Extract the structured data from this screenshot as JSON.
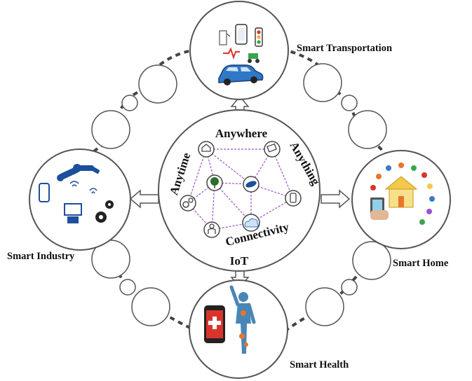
{
  "center": {
    "top_word": "Anywhere",
    "left_word": "Anytime",
    "right_word": "Anything",
    "bottom_word": "Connectivity",
    "hub_label": "IoT"
  },
  "domains": {
    "transportation": "Smart Transportation",
    "home": "Smart Home",
    "health": "Smart Health",
    "industry": "Smart Industry"
  },
  "colors": {
    "outline": "#555555",
    "ring_dash": "#444444",
    "network_link": "#9b4fd6",
    "accent_blue": "#1c4f9c",
    "accent_orange": "#e8742c",
    "house_yellow": "#f2c94c"
  }
}
